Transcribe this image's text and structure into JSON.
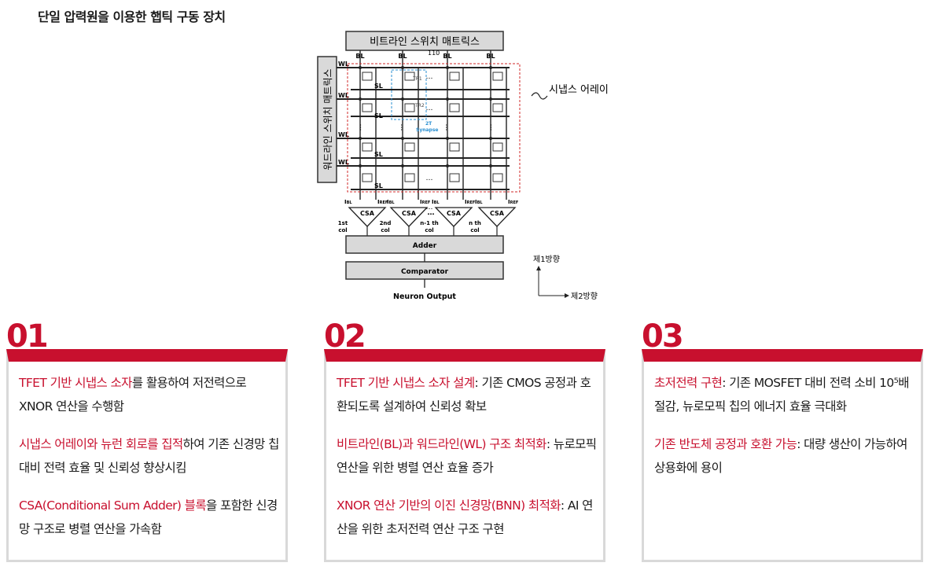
{
  "page_title": "단일 압력원을 이용한 햅틱 구동 장치",
  "figure": {
    "bitline_matrix": "비트라인 스위치 매트릭스",
    "wordline_matrix": "워드라인 스위치 매트릭스",
    "bl": "BL",
    "wl": "WL",
    "sl": "SL",
    "ref_110": "110",
    "tr1": "TR1",
    "tr2": "TR2",
    "synapse_2t": "2T",
    "synapse_word": "Synapse",
    "dots": "…",
    "synapse_array_label": "시냅스 어레이",
    "csa": "CSA",
    "i_bl": "I",
    "bl_sub": "BL",
    "ref_sub": "REF",
    "col_labels": [
      {
        "top": "1st",
        "bottom": "col"
      },
      {
        "top": "2nd",
        "bottom": "col"
      },
      {
        "top": "n-1 th",
        "bottom": "col"
      },
      {
        "top": "n th",
        "bottom": "col"
      }
    ],
    "adder": "Adder",
    "comparator": "Comparator",
    "neuron_output": "Neuron Output",
    "direction_1": "제1방향",
    "direction_2": "제2방향"
  },
  "cards": [
    {
      "number": "01",
      "items": [
        {
          "hl": "TFET 기반 시냅스 소자",
          "rest": "를 활용하여 저전력으로 XNOR 연산을 수행함"
        },
        {
          "hl": "시냅스 어레이와 뉴런 회로를 집적",
          "rest": "하여 기존 신경망 칩 대비 전력 효율 및 신뢰성 향상시킴"
        },
        {
          "hl": "CSA(Conditional Sum Adder) 블록",
          "rest": "을 포함한 신경망 구조로 병렬 연산을 가속함"
        }
      ]
    },
    {
      "number": "02",
      "items": [
        {
          "hl": "TFET 기반 시냅스 소자 설계",
          "rest": ": 기존 CMOS 공정과 호환되도록 설계하여 신뢰성 확보"
        },
        {
          "hl": "비트라인(BL)과 워드라인(WL) 구조 최적화",
          "rest": ": 뉴로모픽 연산을 위한 병렬 연산 효율 증가"
        },
        {
          "hl": "XNOR 연산 기반의 이진 신경망(BNN) 최적화",
          "rest": ": AI 연산을 위한 초저전력 연산 구조 구현"
        }
      ]
    },
    {
      "number": "03",
      "items": [
        {
          "hl": "초저전력 구현",
          "rest": ": 기존 MOSFET 대비 전력 소비 10⁵배 절감, 뉴로모픽 칩의 에너지 효율 극대화"
        },
        {
          "hl": "기존 반도체 공정과 호환 가능",
          "rest": ": 대량 생산이 가능하여 상용화에 용이"
        }
      ]
    }
  ]
}
